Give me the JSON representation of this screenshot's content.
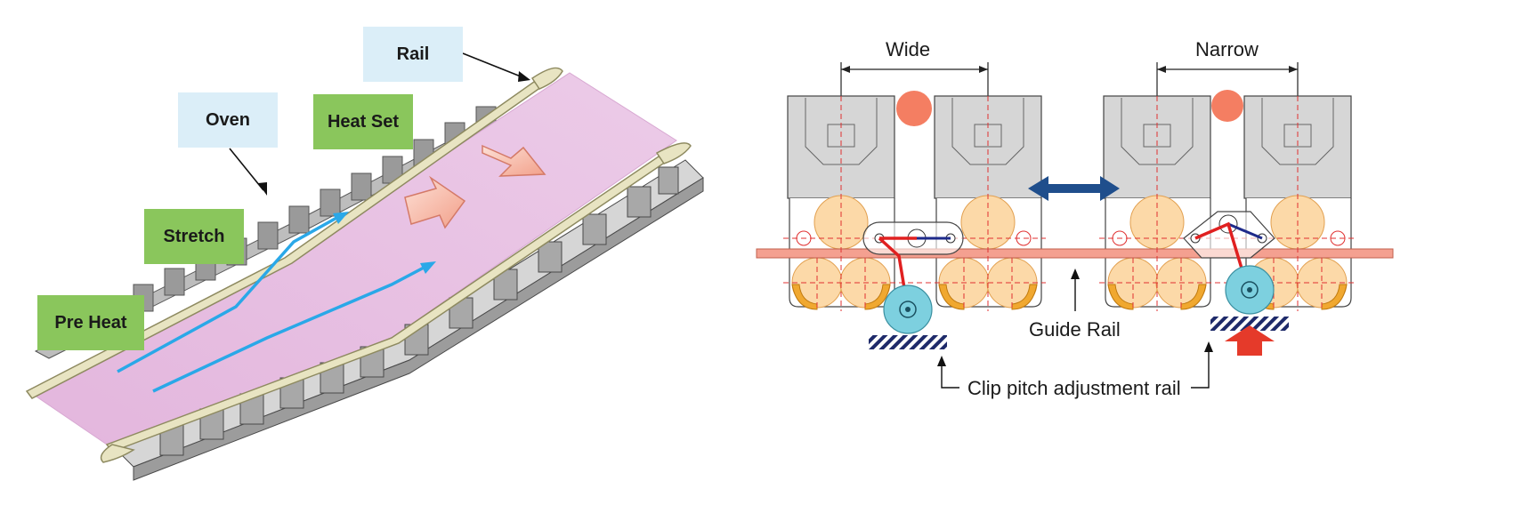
{
  "left_panel": {
    "labels": {
      "rail": "Rail",
      "oven": "Oven",
      "heat_set": "Heat Set",
      "stretch": "Stretch",
      "pre_heat": "Pre Heat"
    }
  },
  "right_panel": {
    "labels": {
      "wide": "Wide",
      "narrow": "Narrow",
      "guide_rail": "Guide Rail",
      "clip_rail": "Clip pitch adjustment rail"
    }
  },
  "colors": {
    "film": "#e6c3e2",
    "rail": "#e8e4c2",
    "flow_arrow": "#2aa8e8",
    "label_blue_box": "#dbeef8",
    "label_green_box": "#8ac65c",
    "guide_rail": "#f4a090",
    "roller": "#fcd9a8",
    "spindle": "#7dd0df",
    "double_arrow": "#1f4e8c",
    "link_red": "#e02020",
    "up_arrow": "#e53a2a",
    "dot": "#f47e62"
  }
}
